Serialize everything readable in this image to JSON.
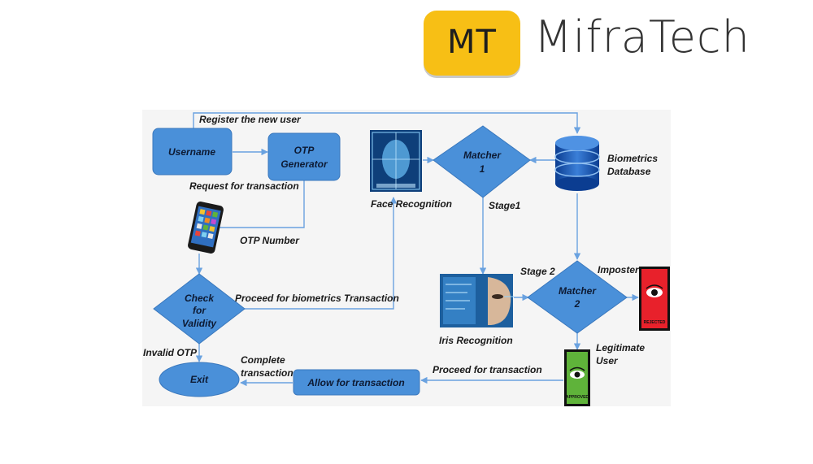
{
  "brand": {
    "badge": "MT",
    "name": "MifraTech"
  },
  "nodes": {
    "username": "Username",
    "otp_gen_1": "OTP",
    "otp_gen_2": "Generator",
    "matcher1_1": "Matcher",
    "matcher1_2": "1",
    "biometrics_db_1": "Biometrics",
    "biometrics_db_2": "Database",
    "check_1": "Check",
    "check_2": "for",
    "check_3": "Validity",
    "matcher2_1": "Matcher",
    "matcher2_2": "2",
    "exit": "Exit",
    "allow": "Allow for transaction",
    "rejected": "REJECTED",
    "approved": "APPROVED"
  },
  "labels": {
    "register": "Register the new user",
    "request": "Request for transaction",
    "face": "Face Recognition",
    "stage1": "Stage1",
    "otp_number": "OTP Number",
    "stage2": "Stage 2",
    "imposter": "Imposter",
    "proceed_bio": "Proceed for biometrics Transaction",
    "iris": "Iris Recognition",
    "legit_1": "Legitimate",
    "legit_2": "User",
    "invalid": "Invalid OTP",
    "complete_1": "Complete",
    "complete_2": "transaction",
    "proceed_tx": "Proceed for transaction"
  },
  "colors": {
    "node": "#4a90d9",
    "line": "#6aa2e0",
    "rejected": "#e8212b",
    "approved": "#5fb33a",
    "logo": "#f7bf15"
  }
}
